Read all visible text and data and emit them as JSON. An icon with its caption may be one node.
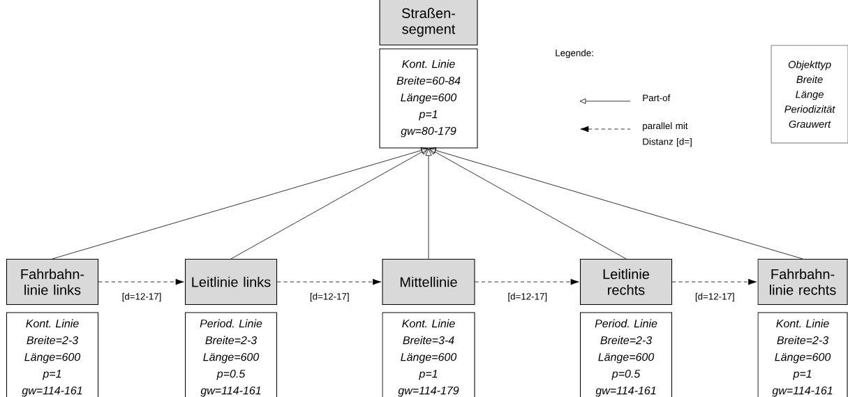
{
  "diagram": {
    "nodes": [
      {
        "text": [
          "Straßen- segment"
        ]
      },
      {
        "text": [
          "Kont. Linie",
          "Breite=60-84",
          "Länge=600",
          "p=1",
          "gw=80-179"
        ]
      },
      {
        "text": [
          "Fahrbahn- linie links"
        ]
      },
      {
        "text": [
          "Kont. Linie",
          "Breite=2-3",
          "Länge=600",
          "p=1",
          "gw=114-161"
        ]
      },
      {
        "text": [
          "Leitlinie links"
        ]
      },
      {
        "text": [
          "Period. Linie",
          "Breite=2-3",
          "Länge=600",
          "p=0.5",
          "gw=114-161"
        ]
      },
      {
        "text": [
          "Mittellinie"
        ]
      },
      {
        "text": [
          "Kont. Linie",
          "Breite=3-4",
          "Länge=600",
          "p=1",
          "gw=114-179"
        ]
      },
      {
        "text": [
          "Leitlinie rechts"
        ]
      },
      {
        "text": [
          "Period. Linie",
          "Breite=2-3",
          "Länge=600",
          "p=0.5",
          "gw=114-161"
        ]
      },
      {
        "text": [
          "Fahrbahn- linie rechts"
        ]
      },
      {
        "text": [
          "Kont. Linie",
          "Breite=2-3",
          "Länge=600",
          "p=1",
          "gw=114-161"
        ]
      },
      {
        "text": [
          "Objekttyp",
          "Breite",
          "Länge",
          "Periodizität",
          "Grauwert"
        ]
      }
    ],
    "edges": [
      {
        "from": 2,
        "to": 1,
        "arrow": "to"
      },
      {
        "from": 4,
        "to": 1,
        "arrow": "to"
      },
      {
        "from": 6,
        "to": 1,
        "arrow": "to"
      },
      {
        "from": 8,
        "to": 1,
        "arrow": "to"
      },
      {
        "from": 10,
        "to": 1,
        "arrow": "to"
      },
      {
        "from": 2,
        "to": 4,
        "arrow": "to",
        "label": "[d=12-17]",
        "style": "dashed"
      },
      {
        "from": 4,
        "to": 6,
        "arrow": "to",
        "label": "[d=12-17]",
        "style": "dashed"
      },
      {
        "from": 6,
        "to": 8,
        "arrow": "to",
        "label": "[d=12-17]",
        "style": "dashed"
      },
      {
        "from": 8,
        "to": 10,
        "arrow": "to",
        "label": "[d=12-17]",
        "style": "dashed"
      }
    ],
    "labels": [
      "Legende:"
    ],
    "legend": [
      {
        "text": "Part-of"
      },
      {
        "text": "parallel mit Distanz [d=]"
      }
    ]
  }
}
